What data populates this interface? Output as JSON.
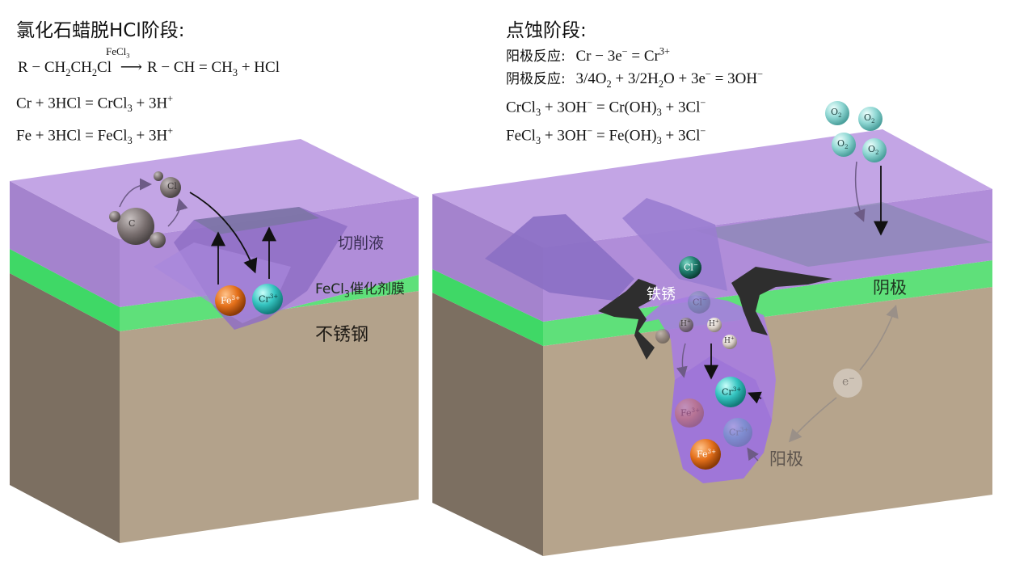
{
  "left_panel": {
    "title": "氯化石蜡脱HCl阶段:",
    "eq1_left": "R − CH",
    "eq1_s1": "2",
    "eq1_mid": "CH",
    "eq1_s2": "2",
    "eq1_cl": "Cl",
    "eq1_cat": "FeCl",
    "eq1_cat_sub": "3",
    "eq1_arrow": "⟶",
    "eq1_right": "R − CH = CH",
    "eq1_s3": "3",
    "eq1_end": " + HCl",
    "eq2_a": "Cr + 3HCl = CrCl",
    "eq2_s": "3",
    "eq2_b": " + 3H",
    "eq2_sup": "+",
    "eq3_a": "Fe + 3HCl = FeCl",
    "eq3_s": "3",
    "eq3_b": " + 3H",
    "eq3_sup": "+",
    "label_fluid": "切削液",
    "label_film_a": "FeCl",
    "label_film_sub": "3",
    "label_film_b": "催化剂膜",
    "label_steel": "不锈钢",
    "ion_fe": "Fe",
    "ion_fe_sup": "3+",
    "ion_cr": "Cr",
    "ion_cr_sup": "3+",
    "mol_cl": "Cl",
    "mol_c": "C"
  },
  "right_panel": {
    "title": "点蚀阶段:",
    "anode_label": "阳极反应:",
    "anode_eq_a": "Cr − 3e",
    "anode_eq_sup1": "−",
    "anode_eq_b": " = Cr",
    "anode_eq_sup2": "3+",
    "cathode_label": "阴极反应:",
    "cathode_eq_a": "3/4O",
    "cathode_eq_s1": "2",
    "cathode_eq_b": " + 3/2H",
    "cathode_eq_s2": "2",
    "cathode_eq_c": "O + 3e",
    "cathode_eq_sup1": "−",
    "cathode_eq_d": " = 3OH",
    "cathode_eq_sup2": "−",
    "eq3_a": "CrCl",
    "eq3_s1": "3",
    "eq3_b": " + 3OH",
    "eq3_sup1": "−",
    "eq3_c": " = Cr(OH)",
    "eq3_s2": "3",
    "eq3_d": " + 3Cl",
    "eq3_sup2": "−",
    "eq4_a": "FeCl",
    "eq4_s1": "3",
    "eq4_b": " + 3OH",
    "eq4_sup1": "−",
    "eq4_c": " = Fe(OH)",
    "eq4_s2": "3",
    "eq4_d": " + 3Cl",
    "eq4_sup2": "−",
    "label_rust": "铁锈",
    "label_cathode": "阴极",
    "label_anode": "阳极",
    "o2": "O",
    "o2_sub": "2",
    "electron": "e",
    "electron_sup": "−",
    "ion_cl": "Cl",
    "ion_cl_sup": "−",
    "ion_h": "H",
    "ion_h_sup": "+",
    "ion_fe": "Fe",
    "ion_fe_sup": "3+",
    "ion_cr": "Cr",
    "ion_cr_sup": "3+"
  },
  "colors": {
    "fluid": "#a87fd6",
    "film": "#5fe07a",
    "steel_top": "#b6a48c",
    "steel_side": "#7a6e60",
    "fe_ion": "#e4701a",
    "cr_ion": "#35c4c0",
    "cl_ion": "#1f7d6e",
    "o2": "#8fd7d3",
    "rust": "#2e2e2e"
  }
}
